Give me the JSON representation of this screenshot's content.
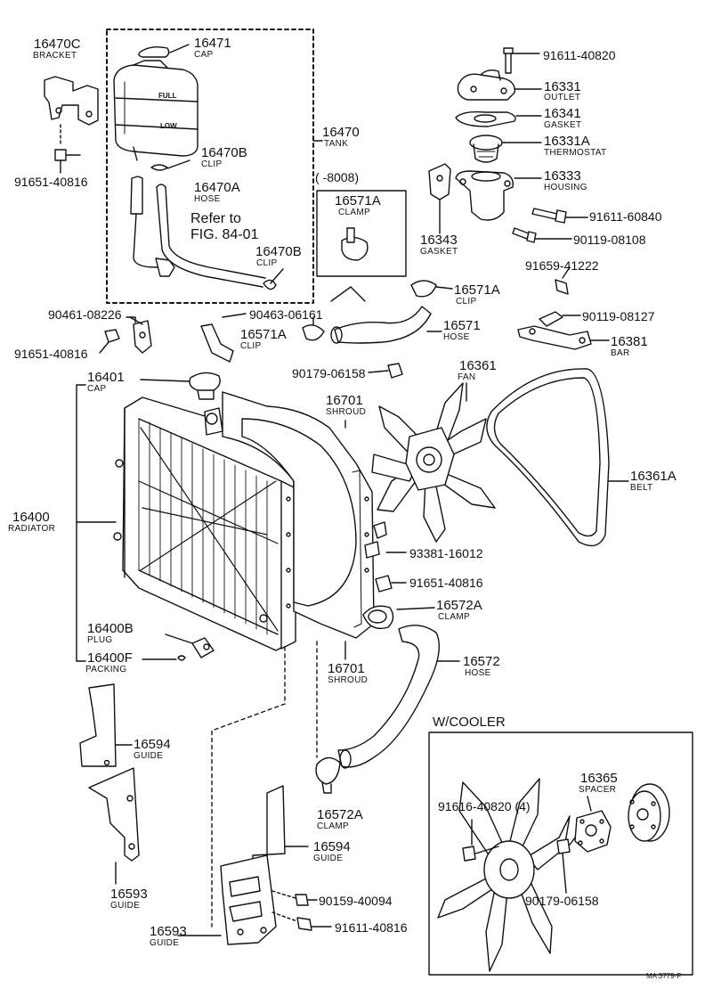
{
  "parts": {
    "bracket": {
      "number": "16470C",
      "name": "BRACKET"
    },
    "tank_cap": {
      "number": "16471",
      "name": "CAP"
    },
    "tank": {
      "number": "16470",
      "name": "TANK"
    },
    "clip_b1": {
      "number": "16470B",
      "name": "CLIP"
    },
    "hose_a": {
      "number": "16470A",
      "name": "HOSE"
    },
    "clip_b2": {
      "number": "16470B",
      "name": "CLIP"
    },
    "bolt_left_top": {
      "number": "91651-40816"
    },
    "bolt_outlet": {
      "number": "91611-40820"
    },
    "outlet": {
      "number": "16331",
      "name": "OUTLET"
    },
    "gasket_outlet": {
      "number": "16341",
      "name": "GASKET"
    },
    "thermostat": {
      "number": "16331A",
      "name": "THERMOSTAT"
    },
    "housing": {
      "number": "16333",
      "name": "HOUSING"
    },
    "gasket_housing": {
      "number": "16343",
      "name": "GASKET"
    },
    "clamp_top": {
      "number": "16571A",
      "name": "CLAMP"
    },
    "bolt_housing": {
      "number": "91611-60840"
    },
    "plug_housing": {
      "number": "90119-08108"
    },
    "stud": {
      "number": "91659-41222"
    },
    "clip_hose_upper": {
      "number": "16571A",
      "name": "CLIP"
    },
    "hose_upper": {
      "number": "16571",
      "name": "HOSE"
    },
    "clip_hose_left": {
      "number": "16571A",
      "name": "CLIP"
    },
    "plug_bar": {
      "number": "90119-08127"
    },
    "bar": {
      "number": "16381",
      "name": "BAR"
    },
    "part_90461": {
      "number": "90461-08226"
    },
    "part_90463": {
      "number": "90463-06161"
    },
    "bolt_left_mid": {
      "number": "91651-40816"
    },
    "nut_fan": {
      "number": "90179-06158"
    },
    "fan": {
      "number": "16361",
      "name": "FAN"
    },
    "radiator_cap": {
      "number": "16401",
      "name": "CAP"
    },
    "shroud_top": {
      "number": "16701",
      "name": "SHROUD"
    },
    "belt": {
      "number": "16361A",
      "name": "BELT"
    },
    "radiator": {
      "number": "16400",
      "name": "RADIATOR"
    },
    "part_93381": {
      "number": "93381-16012"
    },
    "bolt_shroud": {
      "number": "91651-40816"
    },
    "clamp_lower_top": {
      "number": "16572A",
      "name": "CLAMP"
    },
    "plug_radiator": {
      "number": "16400B",
      "name": "PLUG"
    },
    "packing": {
      "number": "16400F",
      "name": "PACKING"
    },
    "shroud_bottom": {
      "number": "16701",
      "name": "SHROUD"
    },
    "hose_lower": {
      "number": "16572",
      "name": "HOSE"
    },
    "guide_left": {
      "number": "16594",
      "name": "GUIDE"
    },
    "clamp_lower_bottom": {
      "number": "16572A",
      "name": "CLAMP"
    },
    "guide_mid": {
      "number": "16594",
      "name": "GUIDE"
    },
    "guide_plate_left": {
      "number": "16593",
      "name": "GUIDE"
    },
    "bolt_guide_a": {
      "number": "90159-40094"
    },
    "guide_plate_bottom": {
      "number": "16593",
      "name": "GUIDE"
    },
    "bolt_guide_b": {
      "number": "91611-40816"
    }
  },
  "notes": {
    "refer_line1": "Refer to",
    "refer_line2": "FIG. 84-01",
    "serial_range": "(      -8008)",
    "tank_full": "FULL",
    "tank_low": "LOW"
  },
  "cooler": {
    "title": "W/COOLER",
    "spacer": {
      "number": "16365",
      "name": "SPACER"
    },
    "bolt": {
      "number": "91616-40820 (4)"
    },
    "nut": {
      "number": "90179-06158"
    }
  },
  "footer": {
    "code": "MA 3779-F"
  }
}
